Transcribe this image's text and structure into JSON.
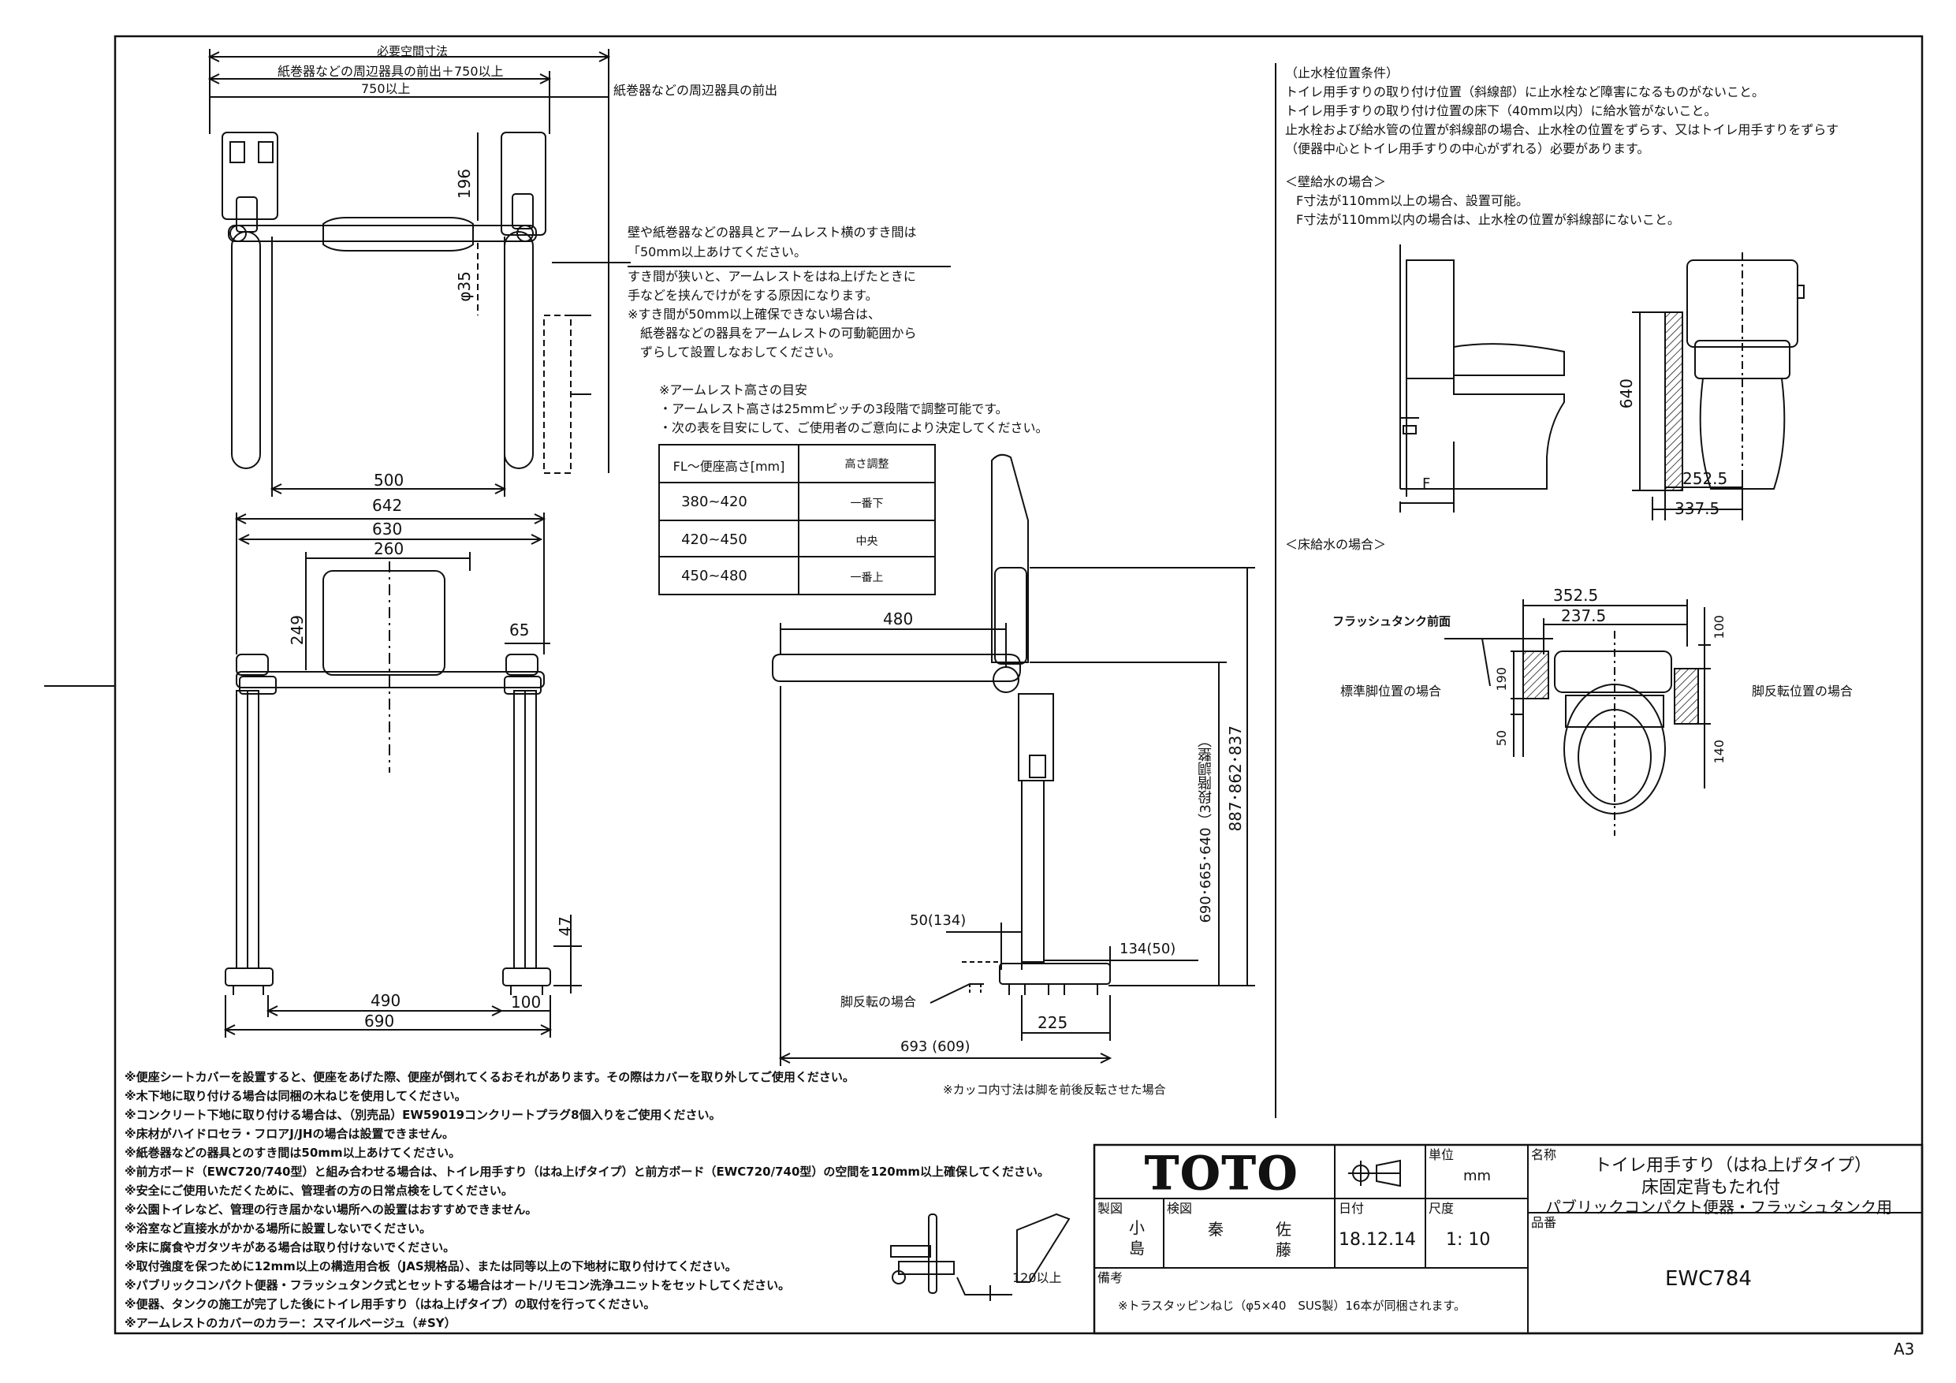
{
  "sheet": {
    "size_label": "A3"
  },
  "top_view": {
    "required_space_title": "必要空間寸法",
    "paper_holder_plus": "紙巻器などの周辺器具の前出＋750以上",
    "min_750": "750以上",
    "paper_holder_front": "紙巻器などの周辺器具の前出",
    "dim_196": "196",
    "dim_phi35": "φ35",
    "dim_500": "500"
  },
  "gap_note": {
    "lines": [
      "壁や紙巻器などの器具とアームレスト横のすき間は",
      "「50mm以上あけてください。",
      "すき間が狭いと、アームレストをはね上げたときに",
      "手などを挟んでけがをする原因になります。",
      "※すき間が50mm以上確保できない場合は、",
      "　紙巻器などの器具をアームレストの可動範囲から",
      "　ずらして設置しなおしてください。"
    ]
  },
  "armrest_note": {
    "lines": [
      "※アームレスト高さの目安",
      "・アームレスト高さは25mmピッチの3段階で調整可能です。",
      "・次の表を目安にして、ご使用者のご意向により決定してください。"
    ],
    "table_headers": [
      "FL～便座高さ[mm]",
      "高さ調整"
    ],
    "table_rows": [
      [
        "380~420",
        "一番下"
      ],
      [
        "420~450",
        "中央"
      ],
      [
        "450~480",
        "一番上"
      ]
    ]
  },
  "front_view": {
    "dim_642": "642",
    "dim_630": "630",
    "dim_260": "260",
    "dim_249": "249",
    "dim_65": "65",
    "dim_47": "47",
    "dim_490": "490",
    "dim_100": "100",
    "dim_690": "690"
  },
  "side_view": {
    "dim_480": "480",
    "dim_887": "887･862･837",
    "dim_690_range": "690･665･640（3段階調整）",
    "dim_50_134": "50(134)",
    "dim_134_50": "134(50)",
    "leg_reversed": "脚反転の場合",
    "dim_225": "225",
    "dim_693": "693 (609)",
    "bracket_note": "※カッコ内寸法は脚を前後反転させた場合"
  },
  "valve_conditions": {
    "lines": [
      "（止水栓位置条件）",
      "トイレ用手すりの取り付け位置（斜線部）に止水栓など障害になるものがないこと。",
      "トイレ用手すりの取り付け位置の床下（40mm以内）に給水管がないこと。",
      "止水栓および給水管の位置が斜線部の場合、止水栓の位置をずらす、又はトイレ用手すりをずらす",
      "（便器中心とトイレ用手すりの中心がずれる）必要があります。"
    ],
    "wall_supply_title": "＜壁給水の場合＞",
    "wall_supply_lines": [
      "F寸法が110mm以上の場合、設置可能。",
      "F寸法が110mm以内の場合は、止水栓の位置が斜線部にないこと。"
    ],
    "dim_640": "640",
    "dim_F": "F",
    "dim_252": "252.5",
    "dim_337": "337.5",
    "floor_supply_title": "＜床給水の場合＞",
    "dim_352": "352.5",
    "dim_237": "237.5",
    "flush_tank_front": "フラッシュタンク前面",
    "dim_190": "190",
    "standard_leg": "標準脚位置の場合",
    "reversed_leg": "脚反転位置の場合",
    "dim_50": "50",
    "dim_100b": "100",
    "dim_140": "140"
  },
  "notes": [
    "※便座シートカバーを設置すると、便座をあげた際、便座が倒れてくるおそれがあります。その際はカバーを取り外してご使用ください。",
    "※木下地に取り付ける場合は同梱の木ねじを使用してください。",
    "※コンクリート下地に取り付ける場合は、（別売品）EW59019コンクリートプラグ8個入りをご使用ください。",
    "※床材がハイドロセラ・フロアJ/JHの場合は設置できません。",
    "※紙巻器などの器具とのすき間は50mm以上あけてください。",
    "※前方ボード（EWC720/740型）と組み合わせる場合は、トイレ用手すり（はね上げタイプ）と前方ボード（EWC720/740型）の空間を120mm以上確保してください。",
    "※安全にご使用いただくために、管理者の方の日常点検をしてください。",
    "※公園トイレなど、管理の行き届かない場所への設置はおすすめできません。",
    "※浴室など直接水がかかる場所に設置しないでください。",
    "※床に腐食やガタツキがある場合は取り付けないでください。",
    "※取付強度を保つために12mm以上の構造用合板（JAS規格品）、または同等以上の下地材に取り付けてください。",
    "※パブリックコンパクト便器・フラッシュタンク式とセットする場合はオート/リモコン洗浄ユニットをセットしてください。",
    "※便器、タンクの施工が完了した後にトイレ用手すり（はね上げタイプ）の取付を行ってください。",
    "※アームレストのカバーのカラー：スマイルベージュ（#SY）"
  ],
  "mini_sketch": {
    "dim_120": "120以上"
  },
  "title_block": {
    "logo": "TOTO",
    "unit_label": "単位",
    "unit_value": "mm",
    "name_label": "名称",
    "name_lines": [
      "トイレ用手すり（はね上げタイプ）",
      "床固定背もたれ付",
      "パブリックコンパクト便器・フラッシュタンク用"
    ],
    "drawn_label": "製図",
    "drawn_name": [
      "小",
      "島"
    ],
    "checked_label": "検図",
    "checked_name_a": "秦",
    "checked_name_b": [
      "佐",
      "藤"
    ],
    "date_label": "日付",
    "date_value": "18.12.14",
    "scale_label": "尺度",
    "scale_value": "1: 10",
    "part_label": "品番",
    "part_value": "EWC784",
    "remarks_label": "備考",
    "remarks_value": "※トラスタッピンねじ（φ5×40　SUS製）16本が同梱されます。"
  }
}
